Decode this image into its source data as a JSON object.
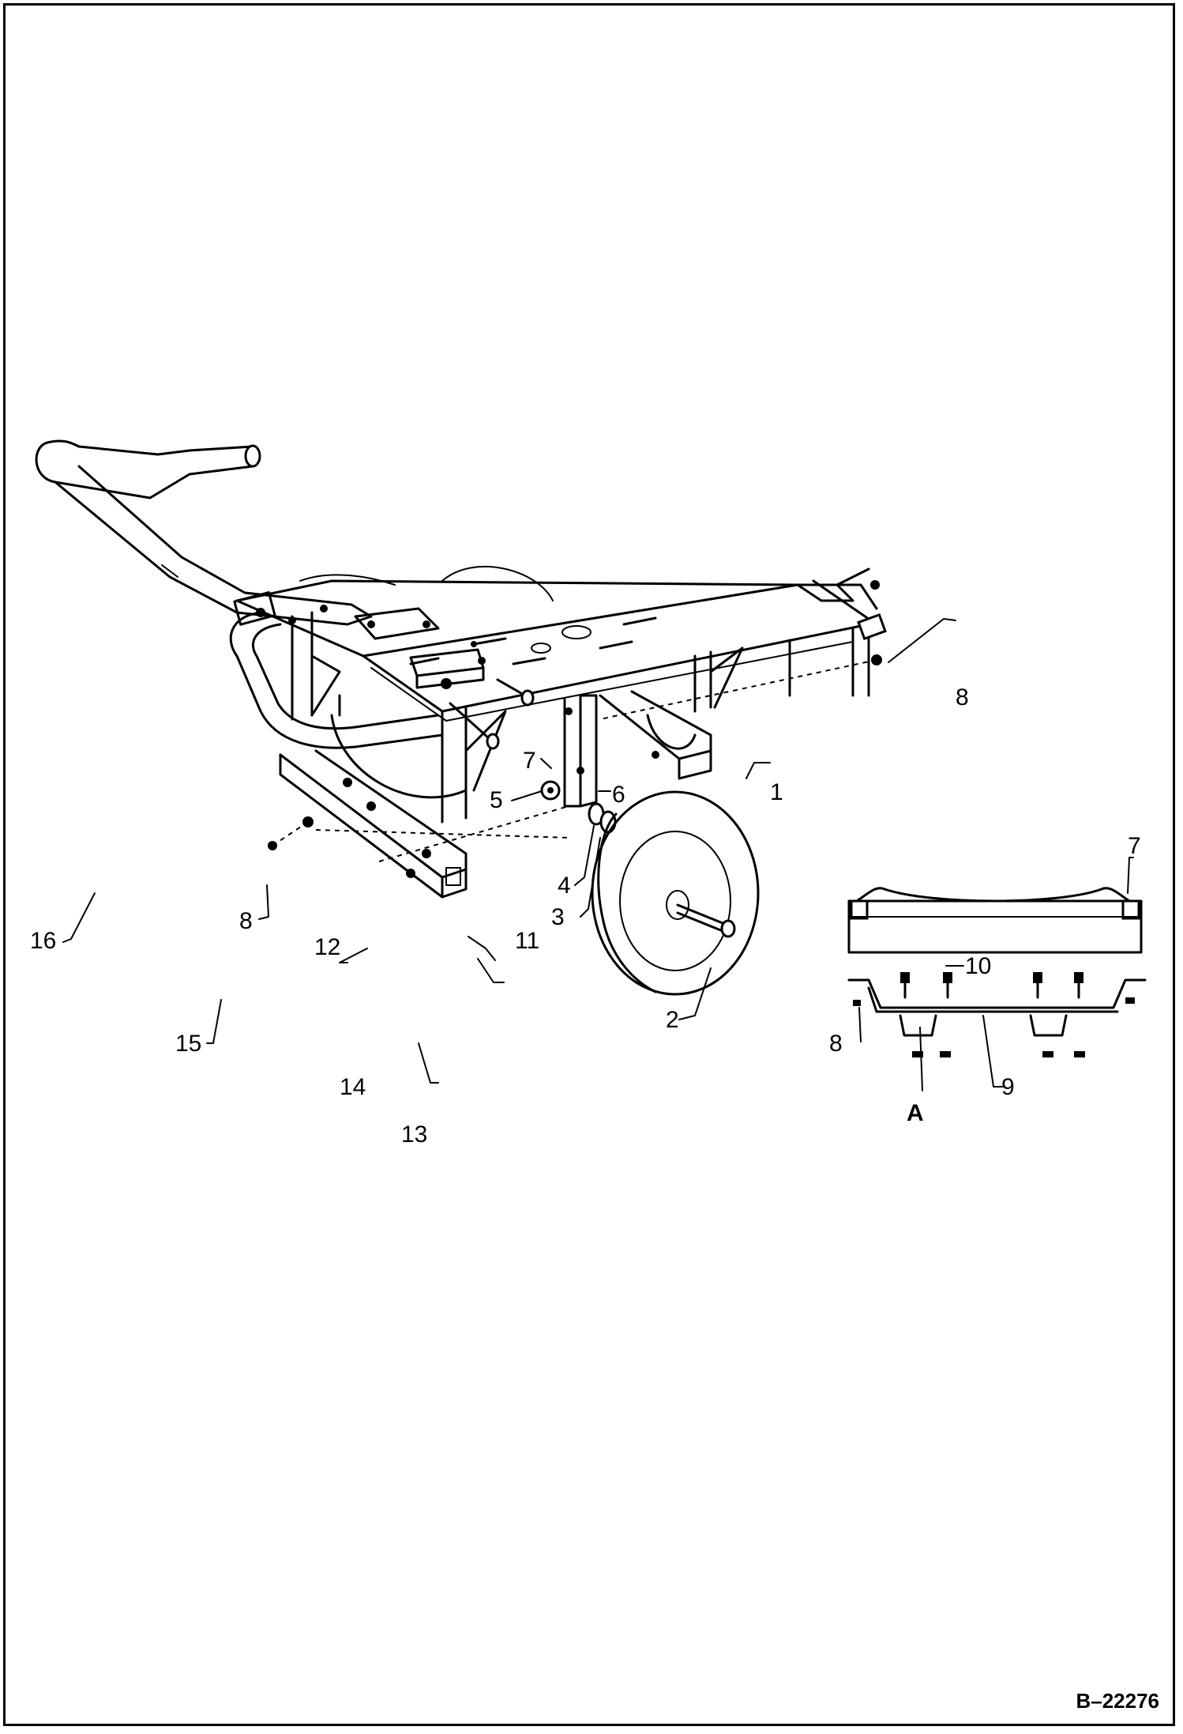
{
  "figure": {
    "drawing_number": "B–22276",
    "detail_label": "A"
  },
  "callouts": [
    {
      "id": "c1",
      "text": "1"
    },
    {
      "id": "c2",
      "text": "2"
    },
    {
      "id": "c3",
      "text": "3"
    },
    {
      "id": "c4",
      "text": "4"
    },
    {
      "id": "c5",
      "text": "5"
    },
    {
      "id": "c6",
      "text": "6"
    },
    {
      "id": "c7a",
      "text": "7"
    },
    {
      "id": "c7b",
      "text": "7"
    },
    {
      "id": "c8a",
      "text": "8"
    },
    {
      "id": "c8b",
      "text": "8"
    },
    {
      "id": "c8c",
      "text": "8"
    },
    {
      "id": "c9",
      "text": "9"
    },
    {
      "id": "c10",
      "text": "10"
    },
    {
      "id": "c11",
      "text": "11"
    },
    {
      "id": "c12",
      "text": "12"
    },
    {
      "id": "c13",
      "text": "13"
    },
    {
      "id": "c14",
      "text": "14"
    },
    {
      "id": "c15",
      "text": "15"
    },
    {
      "id": "c16",
      "text": "16"
    }
  ]
}
